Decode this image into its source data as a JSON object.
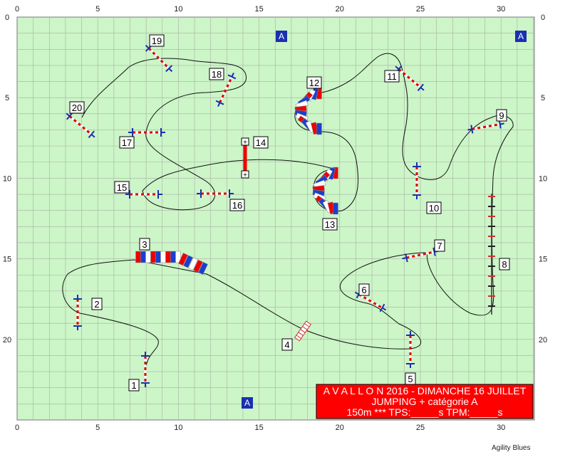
{
  "axis": {
    "x_ticks": [
      "0",
      "5",
      "10",
      "15",
      "20",
      "25",
      "30"
    ],
    "y_ticks": [
      "0",
      "5",
      "10",
      "15",
      "20"
    ]
  },
  "obstacle_labels": [
    "1",
    "2",
    "3",
    "4",
    "5",
    "6",
    "7",
    "8",
    "9",
    "10",
    "11",
    "12",
    "13",
    "14",
    "15",
    "16",
    "17",
    "18",
    "19",
    "20"
  ],
  "a_markers": [
    "A",
    "A",
    "A"
  ],
  "info": {
    "line1": "A V A L L O N  2016 - DIMANCHE 16 JUILLET",
    "line2": "JUMPING +   catégorie  A",
    "line3": "150m   ***   TPS:_____s   TPM:_____s"
  },
  "credit": "Agility Blues",
  "colors": {
    "field": "#ccf5c8",
    "grid": "#a8b0a0",
    "accent_red": "#ff0000",
    "tunnel_blue": "#1a3fd0",
    "marker_blue": "#1a2fb0"
  }
}
